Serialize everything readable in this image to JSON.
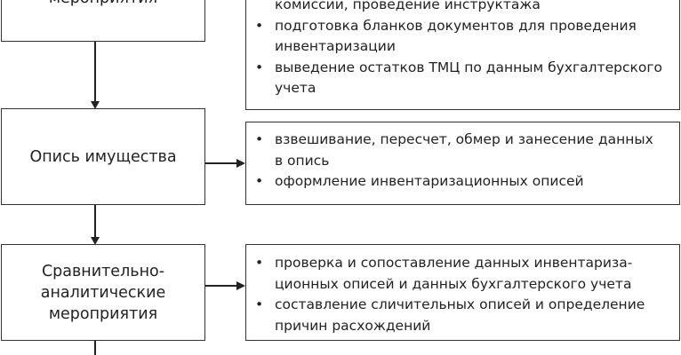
{
  "stages": [
    {
      "label_lines": [
        "мероприятия"
      ]
    },
    {
      "label_lines": [
        "Опись имущества"
      ]
    },
    {
      "label_lines": [
        "Сравнительно-",
        "аналитические",
        "мероприятия"
      ]
    }
  ],
  "details": [
    {
      "items": [
        {
          "lines": [
            "комиссии, проведение инструктажа"
          ],
          "bullet": false
        },
        {
          "lines": [
            "подготовка бланков документов для проведения",
            "инвентаризации"
          ],
          "bullet": true
        },
        {
          "lines": [
            "выведение остатков ТМЦ по данным бухгалтерского",
            "учета"
          ],
          "bullet": true
        }
      ]
    },
    {
      "items": [
        {
          "lines": [
            "взвешивание, пересчет, обмер и занесение данных",
            "в опись"
          ],
          "bullet": true
        },
        {
          "lines": [
            "оформление инвентаризационных описей"
          ],
          "bullet": true
        }
      ]
    },
    {
      "items": [
        {
          "lines": [
            "проверка и сопоставление данных инвентариза-",
            "ционных описей и данных бухгалтерского учета"
          ],
          "bullet": true
        },
        {
          "lines": [
            "составление сличительных описей и определение",
            "причин расхождений"
          ],
          "bullet": true
        }
      ]
    }
  ],
  "bullet_char": "•"
}
